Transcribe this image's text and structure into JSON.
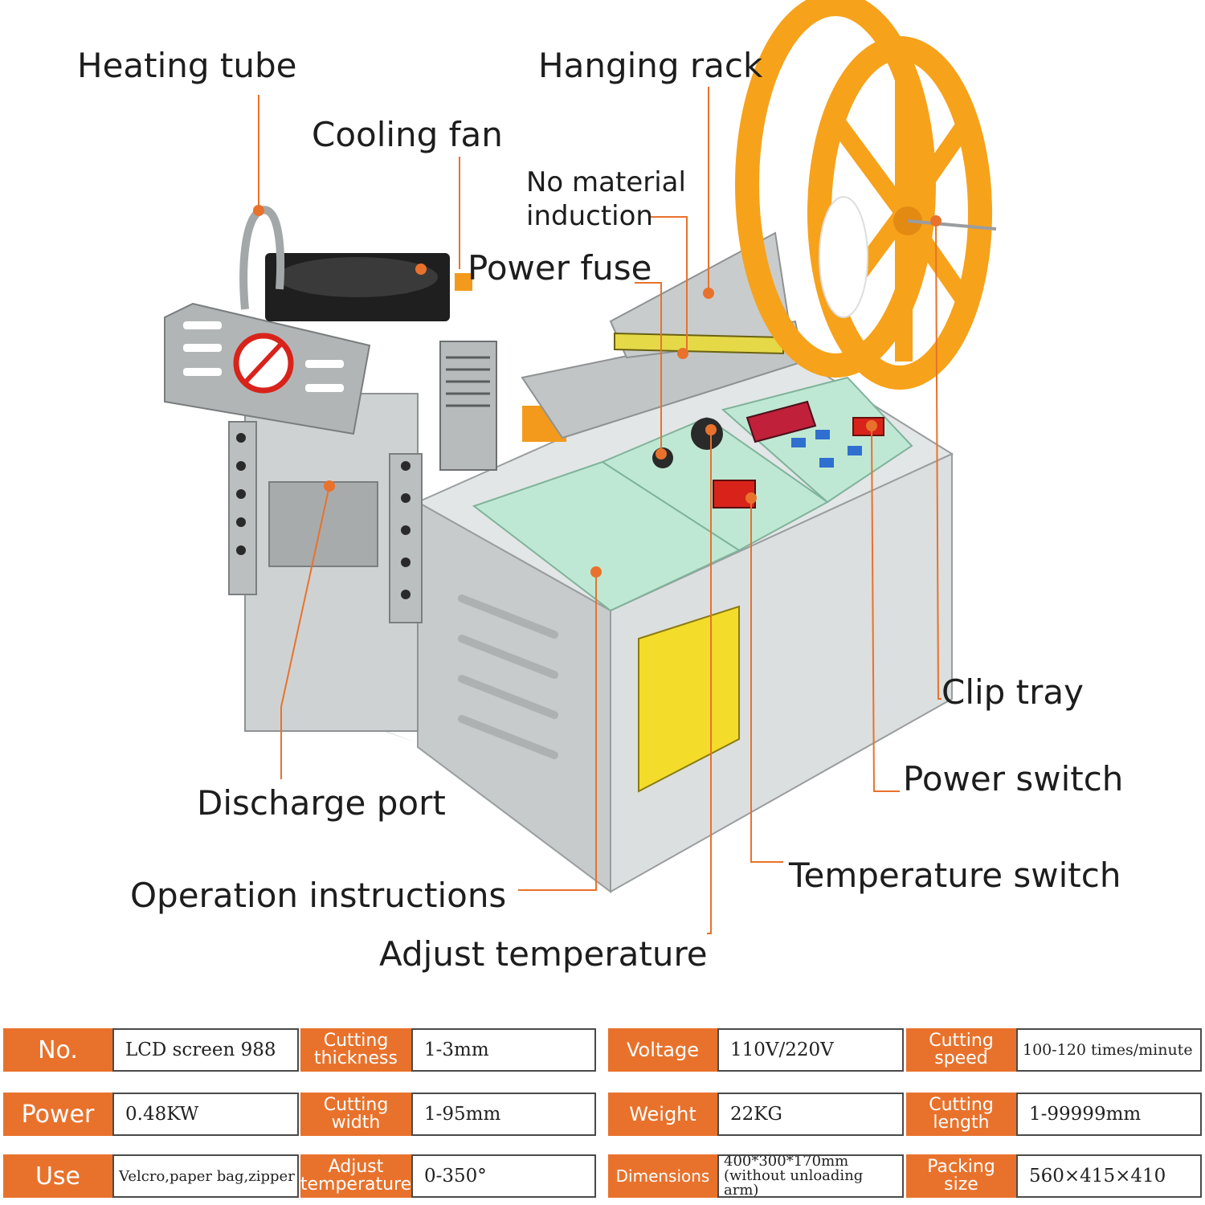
{
  "colors": {
    "accent": "#e8722c",
    "leader_line": "#e8722c",
    "reel": "#f7a21b",
    "panel_green": "#bfe8d4",
    "machine_body": "#d9dcdc"
  },
  "callouts": {
    "heating_tube": "Heating tube",
    "hanging_rack": "Hanging rack",
    "cooling_fan": "Cooling fan",
    "no_material_induction_1": "No material",
    "no_material_induction_2": "induction",
    "power_fuse": "Power fuse",
    "clip_tray": "Clip tray",
    "power_switch": "Power switch",
    "temperature_switch": "Temperature switch",
    "discharge_port": "Discharge port",
    "operation_instructions": "Operation instructions",
    "adjust_temperature": "Adjust temperature"
  },
  "specs": [
    [
      {
        "label": "No.",
        "value": "LCD screen 988"
      },
      {
        "label": "Cutting\nthickness",
        "value": "1-3mm"
      },
      {
        "label": "Voltage",
        "value": "110V/220V"
      },
      {
        "label": "Cutting\nspeed",
        "value": "100-120 times/minute"
      }
    ],
    [
      {
        "label": "Power",
        "value": "0.48KW"
      },
      {
        "label": "Cutting\nwidth",
        "value": "1-95mm"
      },
      {
        "label": "Weight",
        "value": "22KG"
      },
      {
        "label": "Cutting\nlength",
        "value": "1-99999mm"
      }
    ],
    [
      {
        "label": "Use",
        "value": "Velcro,paper bag,zipper"
      },
      {
        "label": "Adjust\ntemperature",
        "value": "0-350°"
      },
      {
        "label": "Dimensions",
        "value": "400*300*170mm\n(without unloading arm)"
      },
      {
        "label": "Packing\nsize",
        "value": "560×415×410"
      }
    ]
  ]
}
